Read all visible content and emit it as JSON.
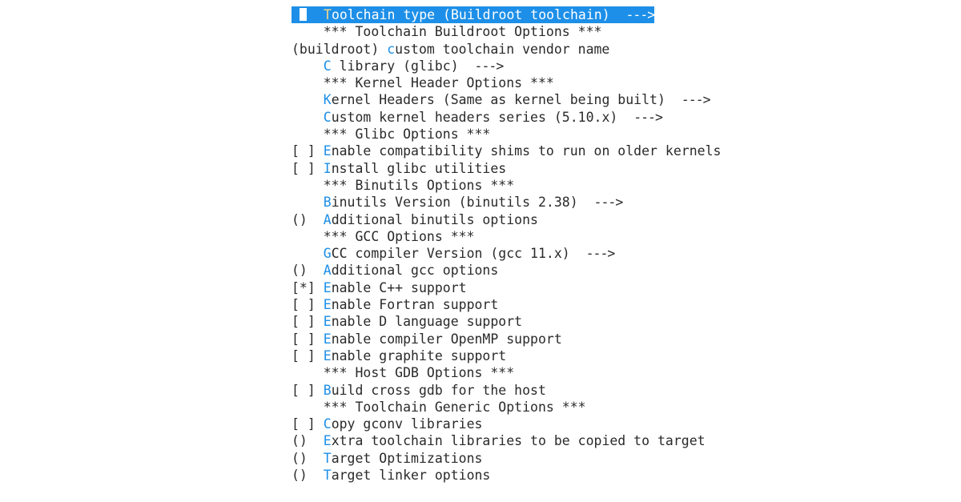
{
  "menu": {
    "items": [
      {
        "prefix": "",
        "hotkey": "T",
        "label": "oolchain type (Buildroot toolchain)",
        "arrow": "--->",
        "selected": true
      },
      {
        "prefix": "    ",
        "hotkey": "",
        "label": "*** Toolchain Buildroot Options ***",
        "arrow": ""
      },
      {
        "prefix": "(buildroot) ",
        "hotkey": "c",
        "label": "ustom toolchain vendor name",
        "arrow": ""
      },
      {
        "prefix": "    ",
        "hotkey": "C",
        "label": " library (glibc)",
        "arrow": "--->"
      },
      {
        "prefix": "    ",
        "hotkey": "",
        "label": "*** Kernel Header Options ***",
        "arrow": ""
      },
      {
        "prefix": "    ",
        "hotkey": "K",
        "label": "ernel Headers (Same as kernel being built)",
        "arrow": "--->"
      },
      {
        "prefix": "    ",
        "hotkey": "C",
        "label": "ustom kernel headers series (5.10.x)",
        "arrow": "--->"
      },
      {
        "prefix": "    ",
        "hotkey": "",
        "label": "*** Glibc Options ***",
        "arrow": ""
      },
      {
        "prefix": "[ ] ",
        "hotkey": "E",
        "label": "nable compatibility shims to run on older kernels",
        "arrow": ""
      },
      {
        "prefix": "[ ] ",
        "hotkey": "I",
        "label": "nstall glibc utilities",
        "arrow": ""
      },
      {
        "prefix": "    ",
        "hotkey": "",
        "label": "*** Binutils Options ***",
        "arrow": ""
      },
      {
        "prefix": "    ",
        "hotkey": "B",
        "label": "inutils Version (binutils 2.38)",
        "arrow": "--->"
      },
      {
        "prefix": "()  ",
        "hotkey": "A",
        "label": "dditional binutils options",
        "arrow": ""
      },
      {
        "prefix": "    ",
        "hotkey": "",
        "label": "*** GCC Options ***",
        "arrow": ""
      },
      {
        "prefix": "    ",
        "hotkey": "G",
        "label": "CC compiler Version (gcc 11.x)",
        "arrow": "--->"
      },
      {
        "prefix": "()  ",
        "hotkey": "A",
        "label": "dditional gcc options",
        "arrow": ""
      },
      {
        "prefix": "[*] ",
        "hotkey": "E",
        "label": "nable C++ support",
        "arrow": ""
      },
      {
        "prefix": "[ ] ",
        "hotkey": "E",
        "label": "nable Fortran support",
        "arrow": ""
      },
      {
        "prefix": "[ ] ",
        "hotkey": "E",
        "label": "nable D language support",
        "arrow": ""
      },
      {
        "prefix": "[ ] ",
        "hotkey": "E",
        "label": "nable compiler OpenMP support",
        "arrow": ""
      },
      {
        "prefix": "[ ] ",
        "hotkey": "E",
        "label": "nable graphite support",
        "arrow": ""
      },
      {
        "prefix": "    ",
        "hotkey": "",
        "label": "*** Host GDB Options ***",
        "arrow": ""
      },
      {
        "prefix": "[ ] ",
        "hotkey": "B",
        "label": "uild cross gdb for the host",
        "arrow": ""
      },
      {
        "prefix": "    ",
        "hotkey": "",
        "label": "*** Toolchain Generic Options ***",
        "arrow": ""
      },
      {
        "prefix": "[ ] ",
        "hotkey": "C",
        "label": "opy gconv libraries",
        "arrow": ""
      },
      {
        "prefix": "()  ",
        "hotkey": "E",
        "label": "xtra toolchain libraries to be copied to target",
        "arrow": ""
      },
      {
        "prefix": "()  ",
        "hotkey": "T",
        "label": "arget Optimizations",
        "arrow": ""
      },
      {
        "prefix": "()  ",
        "hotkey": "T",
        "label": "arget linker options",
        "arrow": ""
      }
    ]
  },
  "colors": {
    "hotkey": "#1d8fe8",
    "selection_bg": "#1d8fe8",
    "selected_hotkey": "#f6d98a",
    "text": "#2a2a2a"
  }
}
